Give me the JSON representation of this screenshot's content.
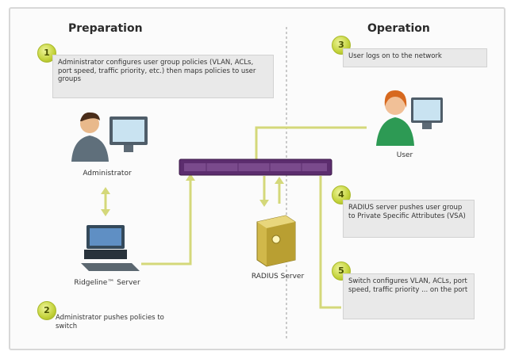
{
  "headings": {
    "preparation": "Preparation",
    "operation": "Operation"
  },
  "steps": [
    {
      "number": "1",
      "text": "Administrator configures user group policies (VLAN, ACLs, port speed, traffic priority, etc.) then maps policies to user groups"
    },
    {
      "number": "2",
      "text": "Administrator pushes policies to switch"
    },
    {
      "number": "3",
      "text": "User logs on to the network"
    },
    {
      "number": "4",
      "text": "RADIUS server pushes user group to Private Specific Attributes (VSA)"
    },
    {
      "number": "5",
      "text": "Switch configures VLAN, ACLs, port speed, traffic priority ... on the port"
    }
  ],
  "labels": {
    "administrator": "Administrator",
    "ridgeline_server": "Ridgeline™ Server",
    "radius_server": "RADIUS Server",
    "user": "User"
  },
  "colors": {
    "connector_line": "#d4d87a",
    "switch_body": "#5c2d6e",
    "badge": "#c3d23a",
    "textbox_bg": "#e9e9e9"
  }
}
